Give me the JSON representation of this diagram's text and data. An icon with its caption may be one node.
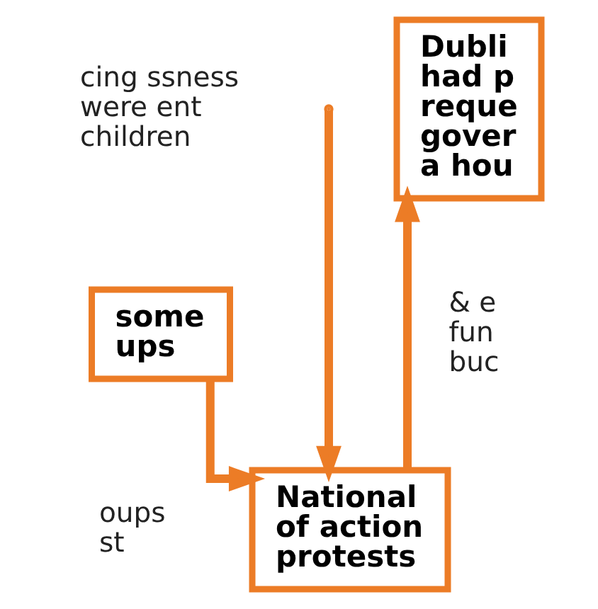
{
  "diagram": {
    "nodes": [
      {
        "text": [
          "some ups"
        ]
      },
      {
        "text": [
          "Dubli had p reque gover a hou"
        ]
      },
      {
        "text": [
          "National of action protests"
        ]
      }
    ],
    "edges": [
      {
        "from": null,
        "to": 2,
        "arrow": "to"
      },
      {
        "from": 0,
        "to": 2,
        "arrow": "to"
      },
      {
        "from": 2,
        "to": 1,
        "arrow": "to"
      }
    ],
    "labels": [
      "cing ssness were ent children",
      "oups st",
      "& e fun buc"
    ]
  }
}
